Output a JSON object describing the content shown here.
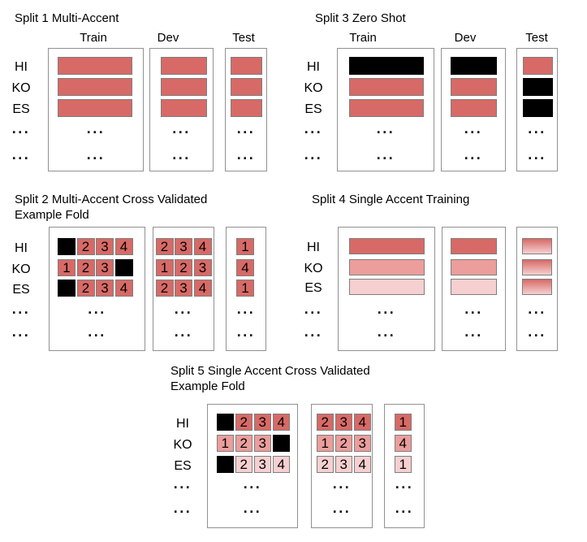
{
  "colors": {
    "red": "#d76a66",
    "medium": "#eb9e9c",
    "light": "#f6d0d1",
    "black": "#000000"
  },
  "row_labels": [
    "HI",
    "KO",
    "ES"
  ],
  "ellipsis": "...",
  "panels": [
    {
      "id": "split-1",
      "title_lines": [
        "Split 1 Multi-Accent"
      ],
      "column_headers": [
        "Train",
        "Dev",
        "Test"
      ],
      "columns": [
        {
          "key": "train",
          "rows": [
            {
              "type": "bar",
              "fill": "red"
            },
            {
              "type": "bar",
              "fill": "red"
            },
            {
              "type": "bar",
              "fill": "red"
            }
          ]
        },
        {
          "key": "dev",
          "rows": [
            {
              "type": "bar",
              "fill": "red"
            },
            {
              "type": "bar",
              "fill": "red"
            },
            {
              "type": "bar",
              "fill": "red"
            }
          ]
        },
        {
          "key": "test",
          "rows": [
            {
              "type": "bar",
              "fill": "red"
            },
            {
              "type": "bar",
              "fill": "red"
            },
            {
              "type": "bar",
              "fill": "red"
            }
          ]
        }
      ]
    },
    {
      "id": "split-3",
      "title_lines": [
        "Split 3 Zero Shot"
      ],
      "column_headers": [
        "Train",
        "Dev",
        "Test"
      ],
      "columns": [
        {
          "key": "train",
          "rows": [
            {
              "type": "bar",
              "fill": "black"
            },
            {
              "type": "bar",
              "fill": "red"
            },
            {
              "type": "bar",
              "fill": "red"
            }
          ]
        },
        {
          "key": "dev",
          "rows": [
            {
              "type": "bar",
              "fill": "black"
            },
            {
              "type": "bar",
              "fill": "red"
            },
            {
              "type": "bar",
              "fill": "red"
            }
          ]
        },
        {
          "key": "test",
          "rows": [
            {
              "type": "bar",
              "fill": "red"
            },
            {
              "type": "bar",
              "fill": "black"
            },
            {
              "type": "bar",
              "fill": "black"
            }
          ]
        }
      ]
    },
    {
      "id": "split-2",
      "title_lines": [
        "Split 2 Multi-Accent Cross Validated",
        "Example Fold"
      ],
      "column_headers": [],
      "columns": [
        {
          "key": "train",
          "rows": [
            {
              "type": "cells",
              "cells": [
                {
                  "fill": "black"
                },
                {
                  "fill": "red",
                  "label": "2"
                },
                {
                  "fill": "red",
                  "label": "3"
                },
                {
                  "fill": "red",
                  "label": "4"
                }
              ]
            },
            {
              "type": "cells",
              "cells": [
                {
                  "fill": "red",
                  "label": "1"
                },
                {
                  "fill": "red",
                  "label": "2"
                },
                {
                  "fill": "red",
                  "label": "3"
                },
                {
                  "fill": "black"
                }
              ]
            },
            {
              "type": "cells",
              "cells": [
                {
                  "fill": "black"
                },
                {
                  "fill": "red",
                  "label": "2"
                },
                {
                  "fill": "red",
                  "label": "3"
                },
                {
                  "fill": "red",
                  "label": "4"
                }
              ]
            }
          ]
        },
        {
          "key": "dev",
          "rows": [
            {
              "type": "cells",
              "cells": [
                {
                  "fill": "red",
                  "label": "2"
                },
                {
                  "fill": "red",
                  "label": "3"
                },
                {
                  "fill": "red",
                  "label": "4"
                }
              ]
            },
            {
              "type": "cells",
              "cells": [
                {
                  "fill": "red",
                  "label": "1"
                },
                {
                  "fill": "red",
                  "label": "2"
                },
                {
                  "fill": "red",
                  "label": "3"
                }
              ]
            },
            {
              "type": "cells",
              "cells": [
                {
                  "fill": "red",
                  "label": "2"
                },
                {
                  "fill": "red",
                  "label": "3"
                },
                {
                  "fill": "red",
                  "label": "4"
                }
              ]
            }
          ]
        },
        {
          "key": "test",
          "rows": [
            {
              "type": "cells",
              "cells": [
                {
                  "fill": "red",
                  "label": "1"
                }
              ]
            },
            {
              "type": "cells",
              "cells": [
                {
                  "fill": "red",
                  "label": "4"
                }
              ]
            },
            {
              "type": "cells",
              "cells": [
                {
                  "fill": "red",
                  "label": "1"
                }
              ]
            }
          ]
        }
      ]
    },
    {
      "id": "split-4",
      "title_lines": [
        "Split 4 Single Accent Training"
      ],
      "column_headers": [],
      "columns": [
        {
          "key": "train",
          "rows": [
            {
              "type": "bar",
              "fill": "red"
            },
            {
              "type": "bar",
              "fill": "medium"
            },
            {
              "type": "bar",
              "fill": "light"
            }
          ]
        },
        {
          "key": "dev",
          "rows": [
            {
              "type": "bar",
              "fill": "red"
            },
            {
              "type": "bar",
              "fill": "medium"
            },
            {
              "type": "bar",
              "fill": "light"
            }
          ]
        },
        {
          "key": "test",
          "rows": [
            {
              "type": "bar",
              "fill": "gradient"
            },
            {
              "type": "bar",
              "fill": "gradient"
            },
            {
              "type": "bar",
              "fill": "gradient"
            }
          ]
        }
      ]
    },
    {
      "id": "split-5",
      "title_lines": [
        "Split 5 Single Accent Cross Validated",
        "Example Fold"
      ],
      "column_headers": [],
      "columns": [
        {
          "key": "train",
          "rows": [
            {
              "type": "cells",
              "cells": [
                {
                  "fill": "black"
                },
                {
                  "fill": "red",
                  "label": "2"
                },
                {
                  "fill": "red",
                  "label": "3"
                },
                {
                  "fill": "red",
                  "label": "4"
                }
              ]
            },
            {
              "type": "cells",
              "cells": [
                {
                  "fill": "medium",
                  "label": "1"
                },
                {
                  "fill": "medium",
                  "label": "2"
                },
                {
                  "fill": "medium",
                  "label": "3"
                },
                {
                  "fill": "black"
                }
              ]
            },
            {
              "type": "cells",
              "cells": [
                {
                  "fill": "black"
                },
                {
                  "fill": "light",
                  "label": "2"
                },
                {
                  "fill": "light",
                  "label": "3"
                },
                {
                  "fill": "light",
                  "label": "4"
                }
              ]
            }
          ]
        },
        {
          "key": "dev",
          "rows": [
            {
              "type": "cells",
              "cells": [
                {
                  "fill": "red",
                  "label": "2"
                },
                {
                  "fill": "red",
                  "label": "3"
                },
                {
                  "fill": "red",
                  "label": "4"
                }
              ]
            },
            {
              "type": "cells",
              "cells": [
                {
                  "fill": "medium",
                  "label": "1"
                },
                {
                  "fill": "medium",
                  "label": "2"
                },
                {
                  "fill": "medium",
                  "label": "3"
                }
              ]
            },
            {
              "type": "cells",
              "cells": [
                {
                  "fill": "light",
                  "label": "2"
                },
                {
                  "fill": "light",
                  "label": "3"
                },
                {
                  "fill": "light",
                  "label": "4"
                }
              ]
            }
          ]
        },
        {
          "key": "test",
          "rows": [
            {
              "type": "cells",
              "cells": [
                {
                  "fill": "red",
                  "label": "1"
                }
              ]
            },
            {
              "type": "cells",
              "cells": [
                {
                  "fill": "medium",
                  "label": "4"
                }
              ]
            },
            {
              "type": "cells",
              "cells": [
                {
                  "fill": "light",
                  "label": "1"
                }
              ]
            }
          ]
        }
      ]
    }
  ]
}
